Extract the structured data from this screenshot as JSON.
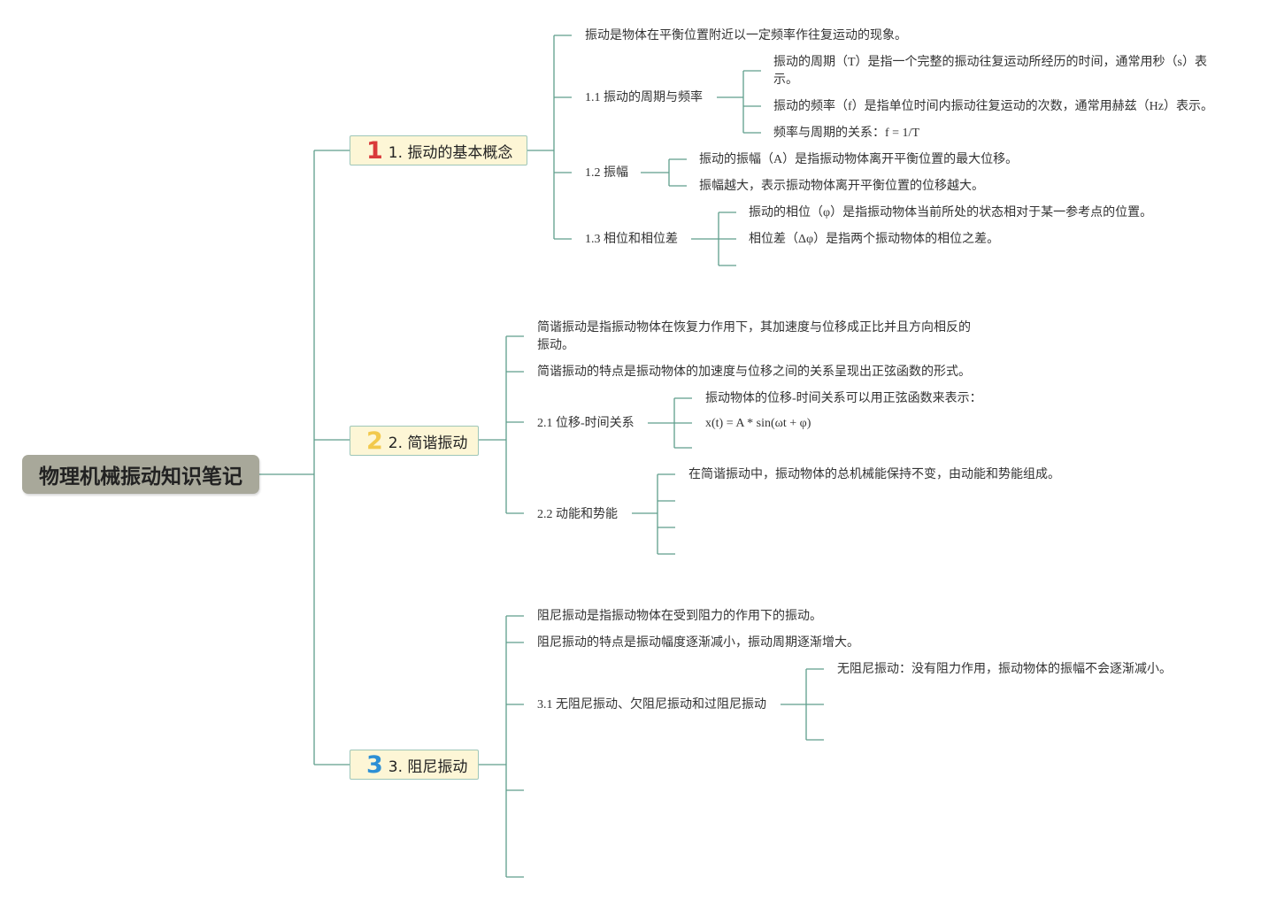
{
  "root": {
    "title": "物理机械振动知识笔记"
  },
  "colors": {
    "line": "#5f9e8c",
    "topic_bg": "#fdf6d6",
    "topic_border": "#9ec6b8",
    "root_bg": "#a8a89a"
  },
  "topics": [
    {
      "number": "1",
      "number_color": "#d93a3a",
      "label": "1. 振动的基本概念",
      "intro": "振动是物体在平衡位置附近以一定频率作往复运动的现象。",
      "subs": [
        {
          "label": "1.1 振动的周期与频率",
          "details": [
            "振动的周期（T）是指一个完整的振动往复运动所经历的时间，通常用秒（s）表示。",
            "振动的频率（f）是指单位时间内振动往复运动的次数，通常用赫兹（Hz）表示。",
            "频率与周期的关系：f = 1/T"
          ]
        },
        {
          "label": "1.2 振幅",
          "details": [
            "振动的振幅（A）是指振动物体离开平衡位置的最大位移。",
            "振幅越大，表示振动物体离开平衡位置的位移越大。"
          ]
        },
        {
          "label": "1.3 相位和相位差",
          "details": [
            "振动的相位（φ）是指振动物体当前所处的状态相对于某一参考点的位置。",
            "相位差（Δφ）是指两个振动物体的相位之差。"
          ]
        }
      ]
    },
    {
      "number": "2",
      "number_color": "#f2c94c",
      "label": "2. 简谐振动",
      "intro": "简谐振动是指振动物体在恢复力作用下，其加速度与位移成正比并且方向相反的振动。",
      "intro2": "简谐振动的特点是振动物体的加速度与位移之间的关系呈现出正弦函数的形式。",
      "subs": [
        {
          "label": "2.1 位移-时间关系",
          "details": [
            "振动物体的位移-时间关系可以用正弦函数来表示：",
            "x(t) = A * sin(ωt + φ)"
          ]
        },
        {
          "label": "2.2 动能和势能",
          "details": [
            "在简谐振动中，振动物体的总机械能保持不变，由动能和势能组成。"
          ]
        }
      ]
    },
    {
      "number": "3",
      "number_color": "#2d8fd5",
      "label": "3. 阻尼振动",
      "intro": "阻尼振动是指振动物体在受到阻力的作用下的振动。",
      "intro2": "阻尼振动的特点是振动幅度逐渐减小，振动周期逐渐增大。",
      "subs": [
        {
          "label": "3.1 无阻尼振动、欠阻尼振动和过阻尼振动",
          "details": [
            "无阻尼振动：没有阻力作用，振动物体的振幅不会逐渐减小。"
          ]
        }
      ]
    }
  ]
}
